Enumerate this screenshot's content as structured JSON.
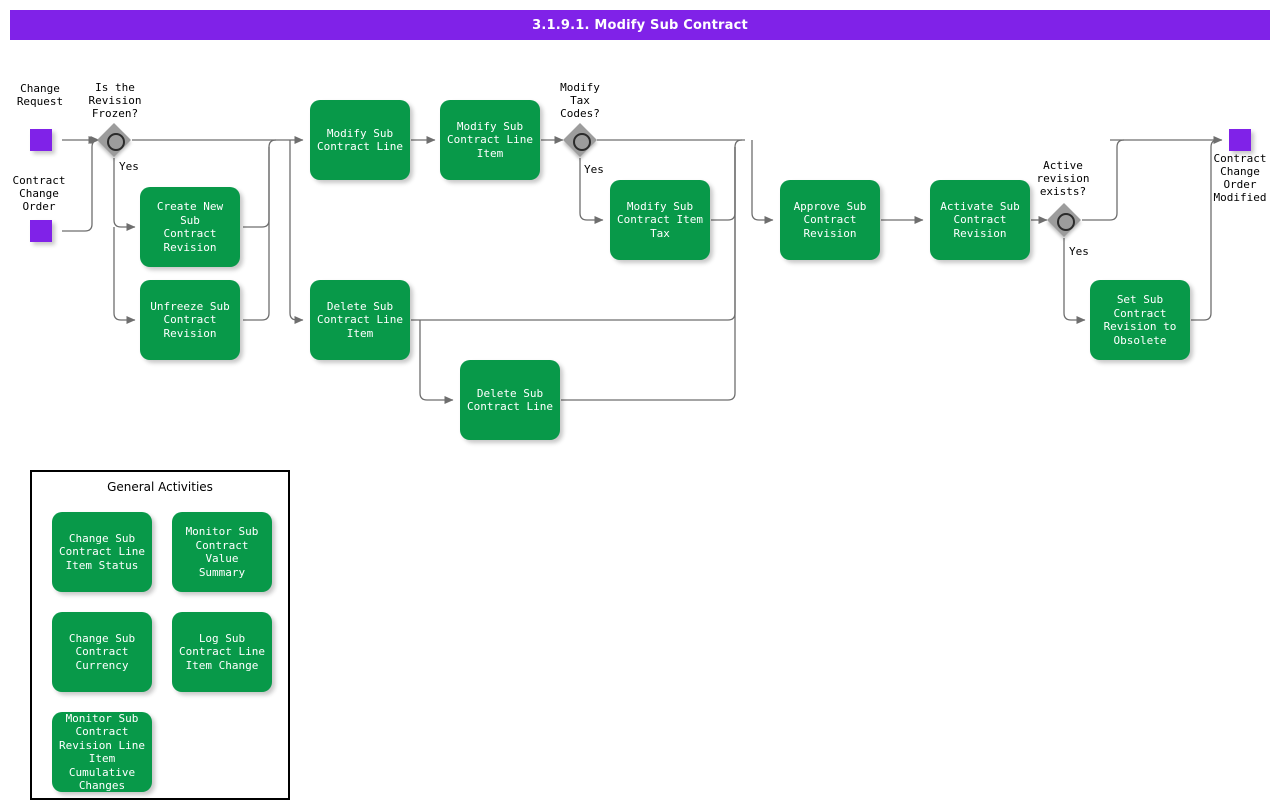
{
  "title": "3.1.9.1. Modify Sub Contract",
  "colors": {
    "accent": "#8022e8",
    "task": "#089949",
    "gateway": "#9c9c9c",
    "line": "#6e6e6e"
  },
  "start_events": [
    {
      "name": "change-request",
      "label": "Change\nRequest"
    },
    {
      "name": "contract-change-order",
      "label": "Contract\nChange\nOrder"
    }
  ],
  "end_events": [
    {
      "name": "contract-change-order-modified",
      "label": "Contract\nChange\nOrder\nModified"
    }
  ],
  "gateways": [
    {
      "name": "is-revision-frozen",
      "label": "Is the\nRevision\nFrozen?",
      "branch": "Yes"
    },
    {
      "name": "modify-tax-codes",
      "label": "Modify\nTax\nCodes?",
      "branch": "Yes"
    },
    {
      "name": "active-revision-exists",
      "label": "Active\nrevision\nexists?",
      "branch": "Yes"
    }
  ],
  "tasks": [
    {
      "name": "create-new-sub-contract-revision",
      "label": "Create New Sub\nContract\nRevision"
    },
    {
      "name": "unfreeze-sub-contract-revision",
      "label": "Unfreeze Sub\nContract\nRevision"
    },
    {
      "name": "modify-sub-contract-line",
      "label": "Modify Sub\nContract Line"
    },
    {
      "name": "modify-sub-contract-line-item",
      "label": "Modify Sub\nContract Line\nItem"
    },
    {
      "name": "delete-sub-contract-line-item",
      "label": "Delete Sub\nContract Line\nItem"
    },
    {
      "name": "delete-sub-contract-line",
      "label": "Delete Sub\nContract Line"
    },
    {
      "name": "modify-sub-contract-item-tax",
      "label": "Modify Sub\nContract Item\nTax"
    },
    {
      "name": "approve-sub-contract-revision",
      "label": "Approve Sub\nContract\nRevision"
    },
    {
      "name": "activate-sub-contract-revision",
      "label": "Activate Sub\nContract\nRevision"
    },
    {
      "name": "set-sub-contract-revision-to-obsolete",
      "label": "Set Sub\nContract\nRevision to\nObsolete"
    }
  ],
  "legend": {
    "caption": "General Activities",
    "items": [
      {
        "name": "change-sub-contract-line-item-status",
        "label": "Change Sub\nContract Line\nItem Status"
      },
      {
        "name": "monitor-sub-contract-value-summary",
        "label": "Monitor Sub\nContract Value\nSummary"
      },
      {
        "name": "change-sub-contract-currency",
        "label": "Change Sub\nContract\nCurrency"
      },
      {
        "name": "log-sub-contract-line-item-change",
        "label": "Log Sub\nContract Line\nItem Change"
      },
      {
        "name": "monitor-sub-contract-revision-line-item-cumulative-changes",
        "label": "Monitor Sub\nContract\nRevision Line\nItem Cumulative\nChanges"
      }
    ]
  }
}
